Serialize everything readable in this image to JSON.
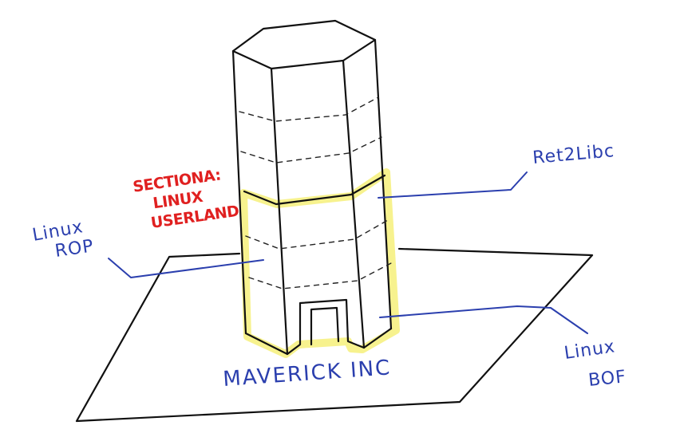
{
  "diagram": {
    "colors": {
      "ink": "#111111",
      "label_blue": "#2b3fae",
      "section_red": "#e02020",
      "highlight_yellow": "#f6f07a"
    },
    "section_label": {
      "lines": [
        "SECTIONA:",
        "LINUX",
        "USERLAND"
      ]
    },
    "labels": {
      "ret2libc": "Ret2Libc",
      "linux_rop": [
        "Linux",
        "ROP"
      ],
      "linux_bof": [
        "Linux",
        "BOF"
      ],
      "base": "MAVERICK INC"
    }
  }
}
